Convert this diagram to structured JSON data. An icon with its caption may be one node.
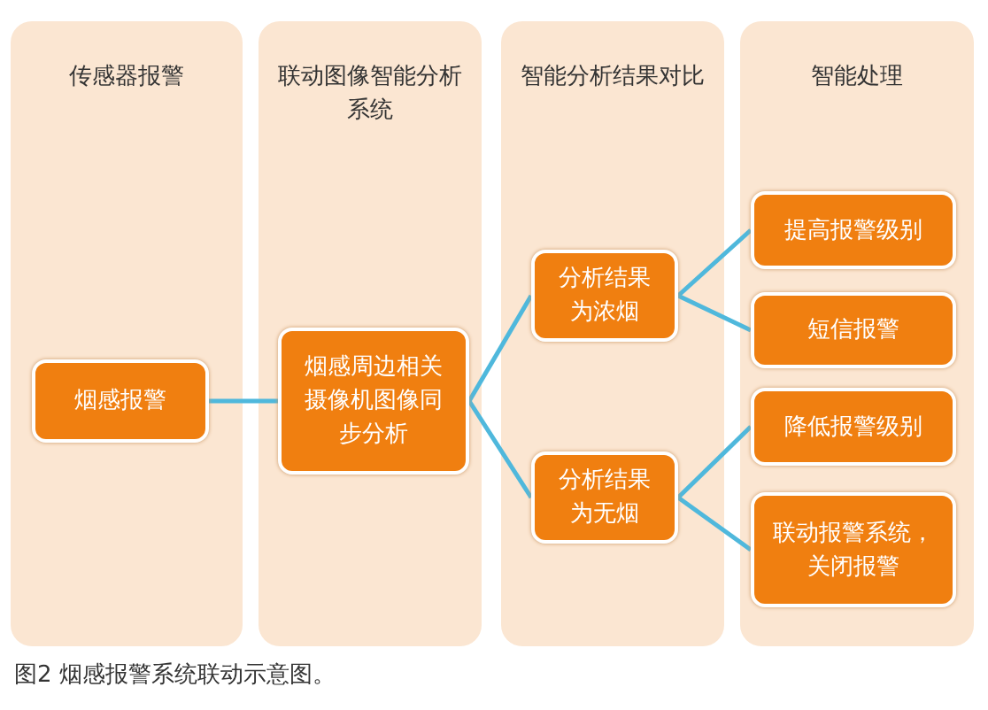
{
  "diagram": {
    "caption": "图2 烟感报警系统联动示意图。",
    "nodes": [
      {
        "text": [
          "传感器报警"
        ]
      },
      {
        "text": [
          "联动图像智能分析系统"
        ]
      },
      {
        "text": [
          "智能分析结果对比"
        ]
      },
      {
        "text": [
          "智能处理"
        ]
      },
      {
        "text": [
          "烟感报警"
        ],
        "in": 0
      },
      {
        "text": [
          "烟感周边相关摄像机图像同步分析"
        ],
        "in": 1
      },
      {
        "text": [
          "分析结果为浓烟"
        ],
        "in": 2
      },
      {
        "text": [
          "分析结果为无烟"
        ],
        "in": 2
      },
      {
        "text": [
          "提高报警级别"
        ],
        "in": 3
      },
      {
        "text": [
          "短信报警"
        ],
        "in": 3
      },
      {
        "text": [
          "降低报警级别"
        ],
        "in": 3
      },
      {
        "text": [
          "联动报警系统，关闭报警"
        ],
        "in": 3
      }
    ],
    "edges": [
      {
        "from": 4,
        "to": 5,
        "arrow": "none"
      },
      {
        "from": 5,
        "to": 6,
        "arrow": "none"
      },
      {
        "from": 5,
        "to": 7,
        "arrow": "none"
      },
      {
        "from": 6,
        "to": 8,
        "arrow": "none"
      },
      {
        "from": 6,
        "to": 9,
        "arrow": "none"
      },
      {
        "from": 7,
        "to": 10,
        "arrow": "none"
      },
      {
        "from": 7,
        "to": 11,
        "arrow": "none"
      }
    ]
  }
}
